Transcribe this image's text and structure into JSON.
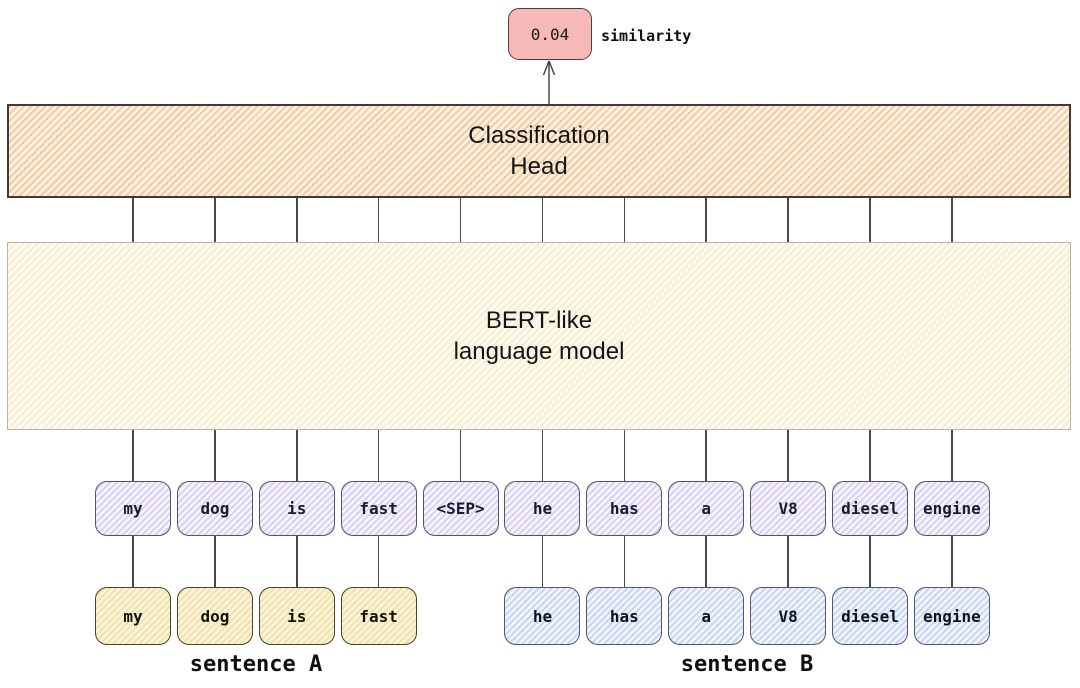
{
  "similarity": {
    "value": "0.04",
    "label": "similarity"
  },
  "head": {
    "label": "Classification\nHead"
  },
  "model": {
    "label": "BERT-like\nlanguage model"
  },
  "tokens": [
    "my",
    "dog",
    "is",
    "fast",
    "<SEP>",
    "he",
    "has",
    "a",
    "V8",
    "diesel",
    "engine"
  ],
  "sep_token": "<SEP>",
  "sentence_a": {
    "label": "sentence A",
    "words": [
      "my",
      "dog",
      "is",
      "fast"
    ]
  },
  "sentence_b": {
    "label": "sentence B",
    "words": [
      "he",
      "has",
      "a",
      "V8",
      "diesel",
      "engine"
    ]
  },
  "colors": {
    "sim_fill": "#f7b8b8",
    "sim_border": "#4a4041",
    "head_stripe": "#f1cda6",
    "head_fill": "#fbf0df",
    "head_border": "#403c35",
    "model_stripe": "#f5eed6",
    "model_fill": "#fdfaec",
    "model_border": "#b8b6aa",
    "token_stripe": "#d7cff2",
    "token_fill": "#f5f3fd",
    "token_border": "#56526d",
    "sentence_a_stripe": "#f0e1ab",
    "sentence_a_fill": "#faf3d7",
    "sentence_a_border": "#46432e",
    "sentence_b_stripe": "#c7d4f0",
    "sentence_b_fill": "#eef3fc",
    "sentence_b_border": "#4d5973",
    "connector": "#4a4a4a",
    "text": "#151515"
  }
}
